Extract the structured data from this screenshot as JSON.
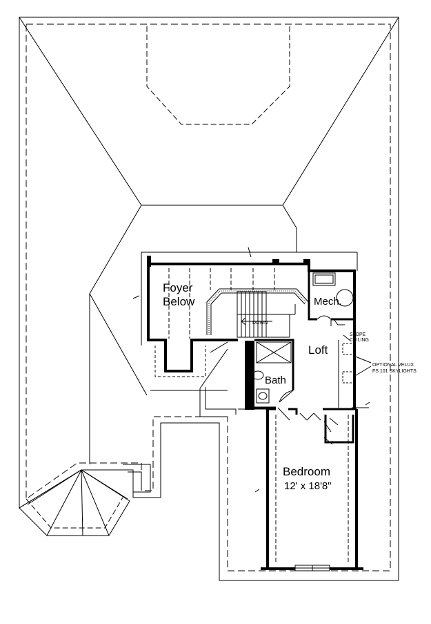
{
  "rooms": {
    "foyer_line1": "Foyer",
    "foyer_line2": "Below",
    "mech": "Mech.",
    "loft": "Loft",
    "bath": "Bath",
    "bedroom_name": "Bedroom",
    "bedroom_size": "12' x 18'8\""
  },
  "annotations": {
    "stairs_direction": "DOWN",
    "slope_line1": "SLOPE",
    "slope_line2": "CEILING",
    "skylight_line1": "OPTIONAL VELUX",
    "skylight_line2": "FS 101 SKYLIGHTS"
  }
}
